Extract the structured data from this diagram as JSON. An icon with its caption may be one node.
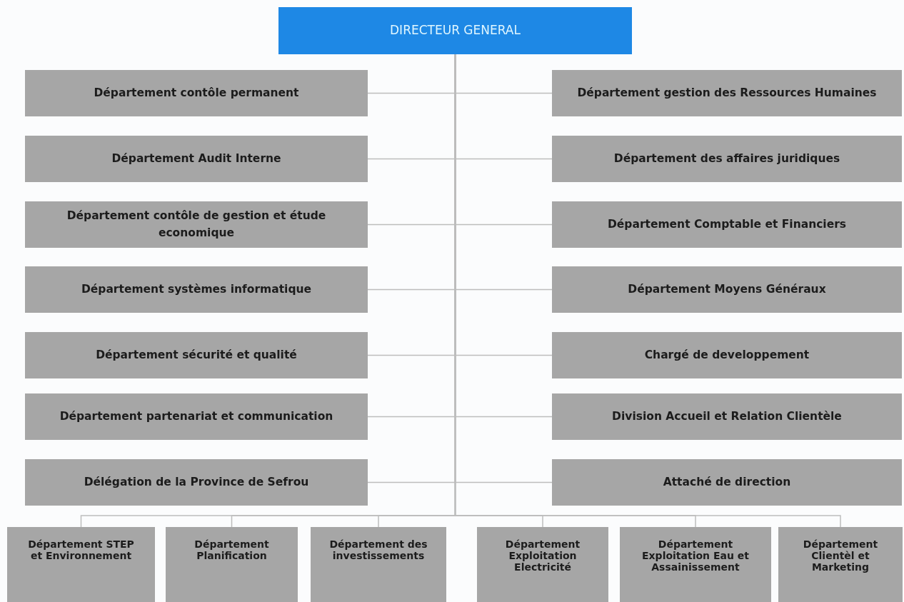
{
  "diagram": {
    "nodes": [
      {
        "text": [
          "DIRECTEUR GENERAL"
        ]
      },
      {
        "text": [
          "Département contôle permanent"
        ]
      },
      {
        "text": [
          "Département gestion des Ressources Humaines"
        ]
      },
      {
        "text": [
          "Département Audit Interne"
        ]
      },
      {
        "text": [
          "Département des affaires juridiques"
        ]
      },
      {
        "text": [
          "Département contôle de gestion et étude economique"
        ]
      },
      {
        "text": [
          "Département Comptable et Financiers"
        ]
      },
      {
        "text": [
          "Département systèmes informatique"
        ]
      },
      {
        "text": [
          "Département Moyens Généraux"
        ]
      },
      {
        "text": [
          "Département sécurité et qualité"
        ]
      },
      {
        "text": [
          "Chargé de developpement"
        ]
      },
      {
        "text": [
          "Département partenariat et communication"
        ]
      },
      {
        "text": [
          "Division Accueil et Relation Clientèle"
        ]
      },
      {
        "text": [
          "Délégation de la Province de Sefrou"
        ]
      },
      {
        "text": [
          "Attaché de direction"
        ]
      },
      {
        "text": [
          "Département STEP et Environnement"
        ]
      },
      {
        "text": [
          "Département Planification"
        ]
      },
      {
        "text": [
          "Département des investissements"
        ]
      },
      {
        "text": [
          "Département Exploitation Electricité"
        ]
      },
      {
        "text": [
          "Département Exploitation Eau et Assainissement"
        ]
      },
      {
        "text": [
          "Département Clientèl et Marketing"
        ]
      }
    ],
    "edges": [
      {
        "from": 0,
        "to": 1,
        "arrow": "none"
      },
      {
        "from": 0,
        "to": 2,
        "arrow": "none"
      },
      {
        "from": 0,
        "to": 3,
        "arrow": "none"
      },
      {
        "from": 0,
        "to": 4,
        "arrow": "none"
      },
      {
        "from": 0,
        "to": 5,
        "arrow": "none"
      },
      {
        "from": 0,
        "to": 6,
        "arrow": "none"
      },
      {
        "from": 0,
        "to": 7,
        "arrow": "none"
      },
      {
        "from": 0,
        "to": 8,
        "arrow": "none"
      },
      {
        "from": 0,
        "to": 9,
        "arrow": "none"
      },
      {
        "from": 0,
        "to": 10,
        "arrow": "none"
      },
      {
        "from": 0,
        "to": 11,
        "arrow": "none"
      },
      {
        "from": 0,
        "to": 12,
        "arrow": "none"
      },
      {
        "from": 0,
        "to": 13,
        "arrow": "none"
      },
      {
        "from": 0,
        "to": 14,
        "arrow": "none"
      },
      {
        "from": 0,
        "to": 15,
        "arrow": "none"
      },
      {
        "from": 0,
        "to": 16,
        "arrow": "none"
      },
      {
        "from": 0,
        "to": 17,
        "arrow": "none"
      },
      {
        "from": 0,
        "to": 18,
        "arrow": "none"
      },
      {
        "from": 0,
        "to": 19,
        "arrow": "none"
      },
      {
        "from": 0,
        "to": 20,
        "arrow": "none"
      }
    ]
  }
}
